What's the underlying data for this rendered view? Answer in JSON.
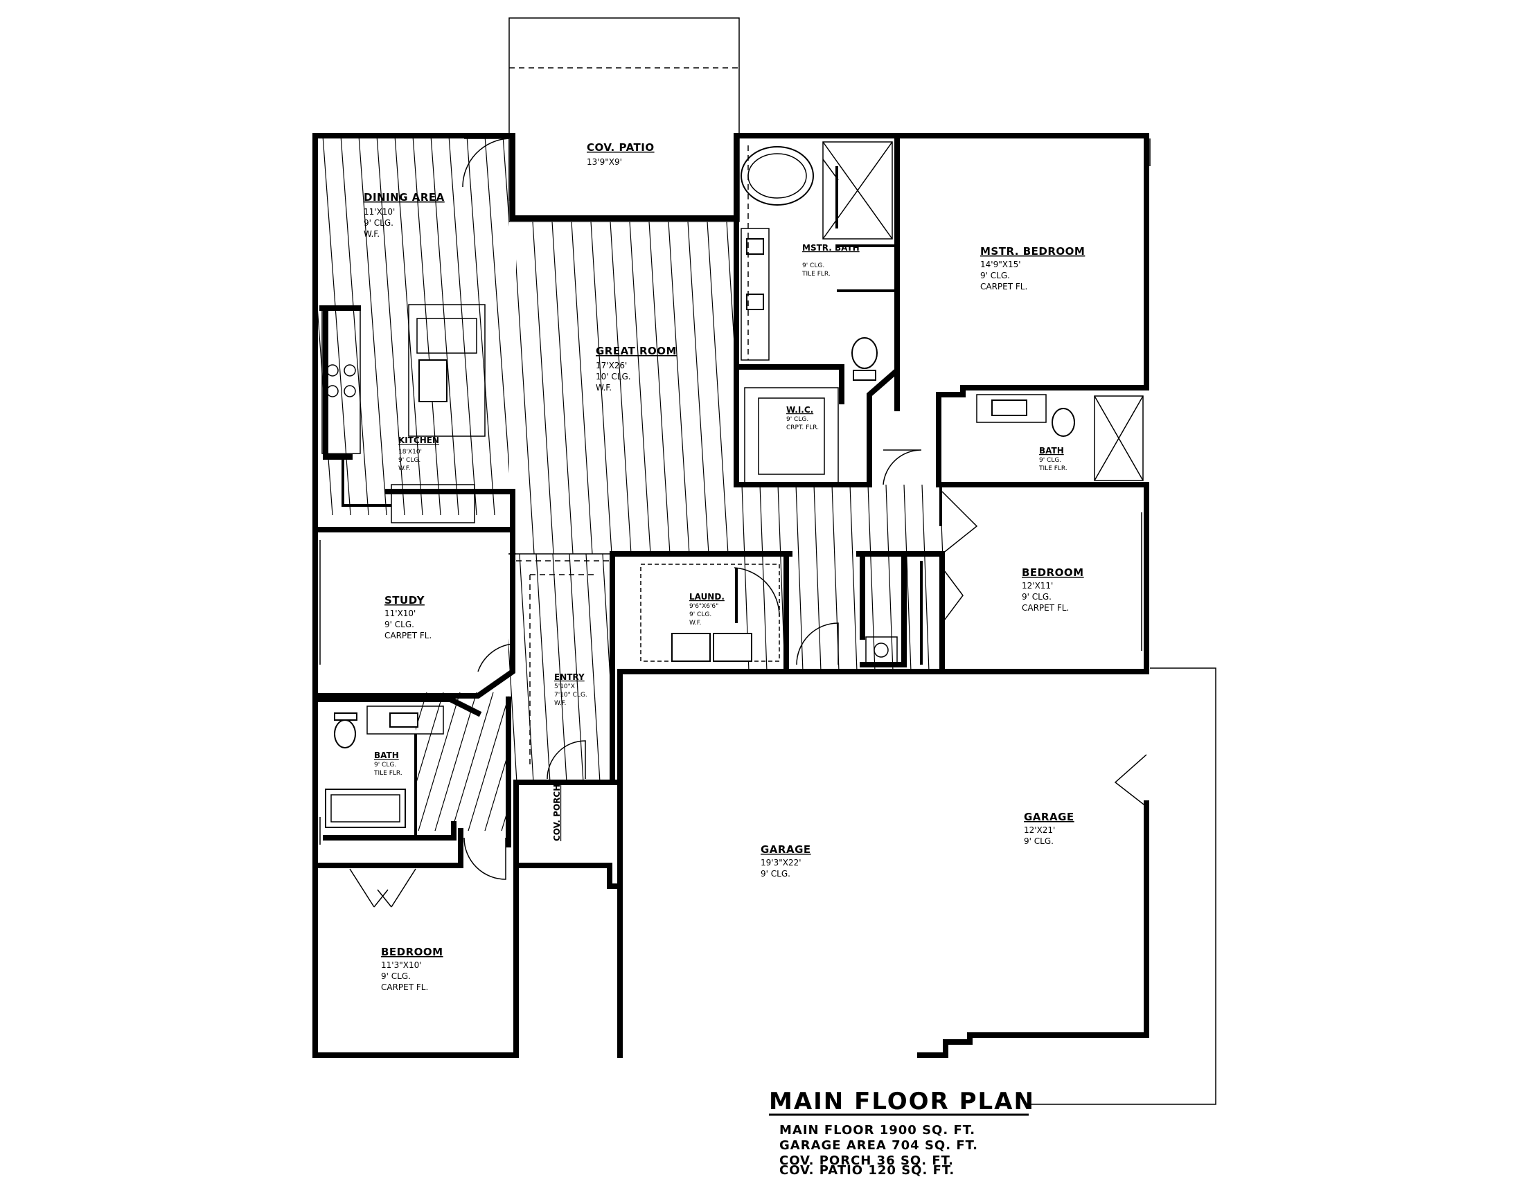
{
  "plan": {
    "title": "MAIN FLOOR PLAN",
    "summary": [
      "MAIN FLOOR 1900 SQ. FT.",
      "GARAGE AREA 704 SQ. FT.",
      "COV. PORCH 36 SQ. FT.",
      "COV. PATIO 120 SQ. FT."
    ]
  },
  "rooms": {
    "cov_patio": {
      "name": "COV. PATIO",
      "lines": [
        "13'9\"X9'"
      ]
    },
    "dining": {
      "name": "DINING AREA",
      "lines": [
        "11'X10'",
        "9' CLG.",
        "W.F."
      ]
    },
    "kitchen": {
      "name": "KITCHEN",
      "lines": [
        "18'X10'",
        "9' CLG.",
        "W.F."
      ]
    },
    "great_room": {
      "name": "GREAT ROOM",
      "lines": [
        "17'X26'",
        "10' CLG.",
        "W.F."
      ]
    },
    "mstr_bath": {
      "name": "MSTR. BATH",
      "lines": [
        "9' CLG.",
        "TILE FLR."
      ]
    },
    "wic": {
      "name": "W.I.C.",
      "lines": [
        "9' CLG.",
        "CRPT. FLR."
      ]
    },
    "mstr_bedroom": {
      "name": "MSTR. BEDROOM",
      "lines": [
        "14'9\"X15'",
        "9' CLG.",
        "CARPET FL."
      ]
    },
    "bath_right": {
      "name": "BATH",
      "lines": [
        "9' CLG.",
        "TILE FLR."
      ]
    },
    "bedroom_right": {
      "name": "BEDROOM",
      "lines": [
        "12'X11'",
        "9' CLG.",
        "CARPET FL."
      ]
    },
    "study": {
      "name": "STUDY",
      "lines": [
        "11'X10'",
        "9' CLG.",
        "CARPET FL."
      ]
    },
    "laund": {
      "name": "LAUND.",
      "lines": [
        "9'6\"X6'6\"",
        "9' CLG.",
        "W.F."
      ]
    },
    "entry": {
      "name": "ENTRY",
      "lines": [
        "5'10\"X",
        "7'10\" CLG.",
        "W.F."
      ]
    },
    "bath_left": {
      "name": "BATH",
      "lines": [
        "9' CLG.",
        "TILE FLR."
      ]
    },
    "cov_porch": {
      "name": "COV. PORCH"
    },
    "garage_left": {
      "name": "GARAGE",
      "lines": [
        "19'3\"X22'",
        "9' CLG."
      ]
    },
    "garage_right": {
      "name": "GARAGE",
      "lines": [
        "12'X21'",
        "9' CLG."
      ]
    },
    "bedroom_left": {
      "name": "BEDROOM",
      "lines": [
        "11'3\"X10'",
        "9' CLG.",
        "CARPET FL."
      ]
    }
  }
}
